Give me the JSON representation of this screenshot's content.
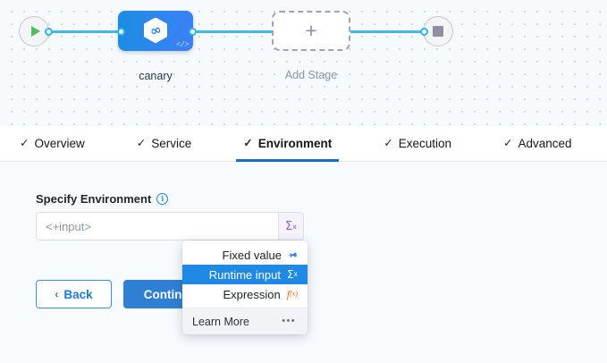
{
  "canvas": {
    "start_node": {
      "icon": "play-icon"
    },
    "end_node": {
      "icon": "stop-icon"
    },
    "stage": {
      "label": "canary",
      "icon": "hexagon-link-icon",
      "glyph": "∞",
      "code_badge": "</>"
    },
    "add_stage": {
      "label": "Add Stage",
      "plus": "+"
    }
  },
  "tabs": [
    {
      "label": "Overview",
      "check": "✓",
      "active": false
    },
    {
      "label": "Service",
      "check": "✓",
      "active": false
    },
    {
      "label": "Environment",
      "check": "✓",
      "active": true
    },
    {
      "label": "Execution",
      "check": "✓",
      "active": false
    },
    {
      "label": "Advanced",
      "check": "✓",
      "active": false
    }
  ],
  "form": {
    "label": "Specify Environment",
    "info_icon": "ⓘ",
    "input_value": "",
    "input_placeholder": "<+input>",
    "expression_button": "Σ",
    "expression_button_sup": "x"
  },
  "buttons": {
    "back": "Back",
    "back_chevron": "‹",
    "continue": "Continue"
  },
  "dropdown": {
    "items": [
      {
        "label": "Fixed value",
        "icon": "pin-icon",
        "glyph": "📌",
        "selected": false
      },
      {
        "label": "Runtime input",
        "icon": "sigma-icon",
        "glyph": "Σ",
        "sup": "x",
        "selected": true
      },
      {
        "label": "Expression",
        "icon": "fx-icon",
        "glyph": "f",
        "sub": "(x)",
        "selected": false
      }
    ],
    "footer": {
      "label": "Learn More",
      "more": "•••"
    }
  },
  "colors": {
    "accent_blue": "#2089e3",
    "tab_underline": "#1a6fc4",
    "connector": "#40b8e8",
    "stage_blue": "#2f86f0",
    "expression_orange": "#e8701a",
    "runtime_purple": "#8a5fd1"
  }
}
